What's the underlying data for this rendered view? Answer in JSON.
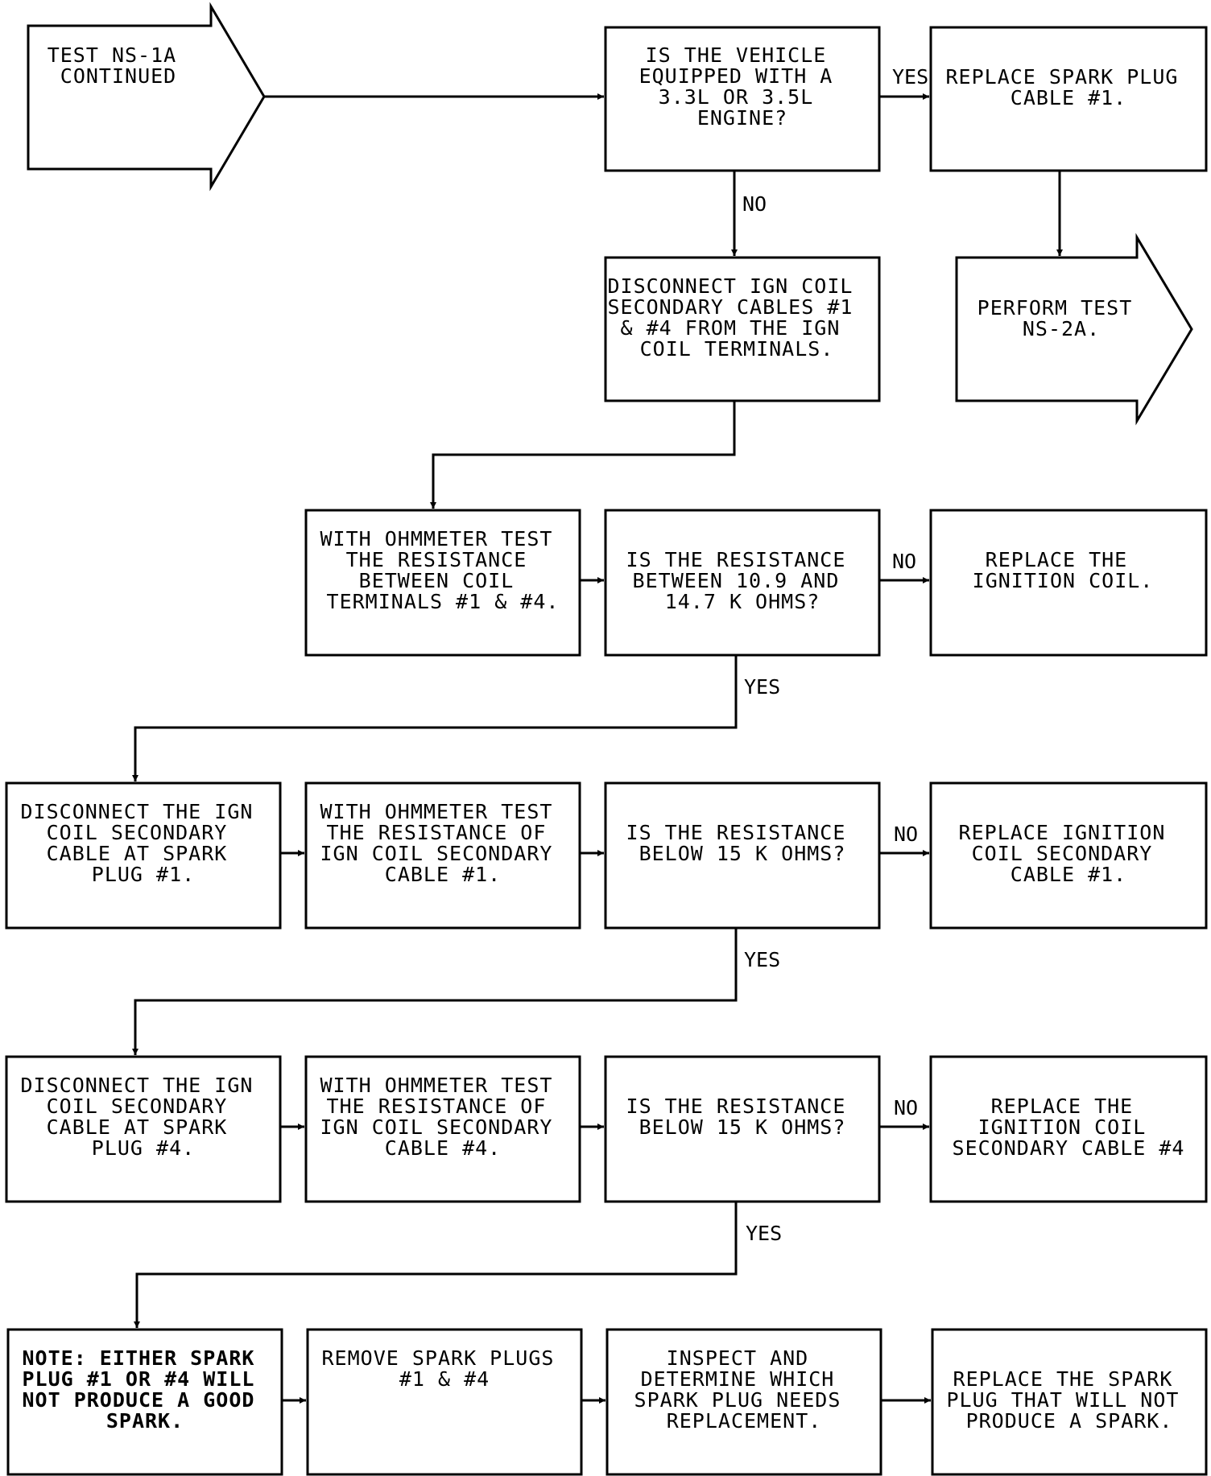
{
  "nodes": {
    "start": {
      "lines": [
        "TEST NS-1A",
        "CONTINUED"
      ]
    },
    "q_engine": {
      "lines": [
        "IS THE VEHICLE",
        "EQUIPPED WITH A",
        "3.3L OR 3.5L",
        "ENGINE?"
      ]
    },
    "replace_cable1_first": {
      "lines": [
        "REPLACE SPARK PLUG",
        "CABLE #1."
      ]
    },
    "perform_ns2a": {
      "lines": [
        "PERFORM TEST",
        "NS-2A."
      ]
    },
    "disconnect_coil_cables": {
      "lines": [
        "DISCONNECT IGN COIL",
        "SECONDARY CABLES #1",
        "& #4 FROM THE IGN",
        "COIL TERMINALS."
      ]
    },
    "ohm_test_coil": {
      "lines": [
        "WITH OHMMETER TEST",
        "THE RESISTANCE",
        "BETWEEN COIL",
        "TERMINALS #1 & #4."
      ]
    },
    "q_coil_resistance": {
      "lines": [
        "IS THE RESISTANCE",
        "BETWEEN 10.9 AND",
        "14.7 K OHMS?"
      ]
    },
    "replace_coil": {
      "lines": [
        "REPLACE THE",
        "IGNITION COIL."
      ]
    },
    "disconnect_plug1": {
      "lines": [
        "DISCONNECT THE IGN",
        "COIL SECONDARY",
        "CABLE AT SPARK",
        "PLUG #1."
      ]
    },
    "ohm_test_cable1": {
      "lines": [
        "WITH OHMMETER TEST",
        "THE RESISTANCE OF",
        "IGN COIL SECONDARY",
        "CABLE #1."
      ]
    },
    "q_cable1": {
      "lines": [
        "IS THE RESISTANCE",
        "BELOW 15 K OHMS?"
      ]
    },
    "replace_cable1": {
      "lines": [
        "REPLACE IGNITION",
        "COIL SECONDARY",
        "CABLE #1."
      ]
    },
    "disconnect_plug4": {
      "lines": [
        "DISCONNECT THE IGN",
        "COIL SECONDARY",
        "CABLE AT SPARK",
        "PLUG #4."
      ]
    },
    "ohm_test_cable4": {
      "lines": [
        "WITH OHMMETER TEST",
        "THE RESISTANCE OF",
        "IGN COIL SECONDARY",
        "CABLE #4."
      ]
    },
    "q_cable4": {
      "lines": [
        "IS THE RESISTANCE",
        "BELOW 15 K OHMS?"
      ]
    },
    "replace_cable4": {
      "lines": [
        "REPLACE THE",
        "IGNITION COIL",
        "SECONDARY CABLE #4"
      ]
    },
    "note": {
      "lines": [
        "NOTE: EITHER SPARK",
        "PLUG #1 OR #4 WILL",
        "NOT PRODUCE A GOOD",
        "SPARK."
      ]
    },
    "remove_plugs": {
      "lines": [
        "REMOVE SPARK PLUGS",
        "#1 & #4"
      ]
    },
    "inspect": {
      "lines": [
        "INSPECT AND",
        "DETERMINE WHICH",
        "SPARK PLUG NEEDS",
        "REPLACEMENT."
      ]
    },
    "replace_plug": {
      "lines": [
        "REPLACE THE SPARK",
        "PLUG THAT WILL NOT",
        "PRODUCE A SPARK."
      ]
    }
  },
  "edge_labels": {
    "engine_yes": "YES",
    "engine_no": "NO",
    "coil_no": "NO",
    "coil_yes": "YES",
    "cable1_no": "NO",
    "cable1_yes": "YES",
    "cable4_no": "NO",
    "cable4_yes": "YES"
  }
}
